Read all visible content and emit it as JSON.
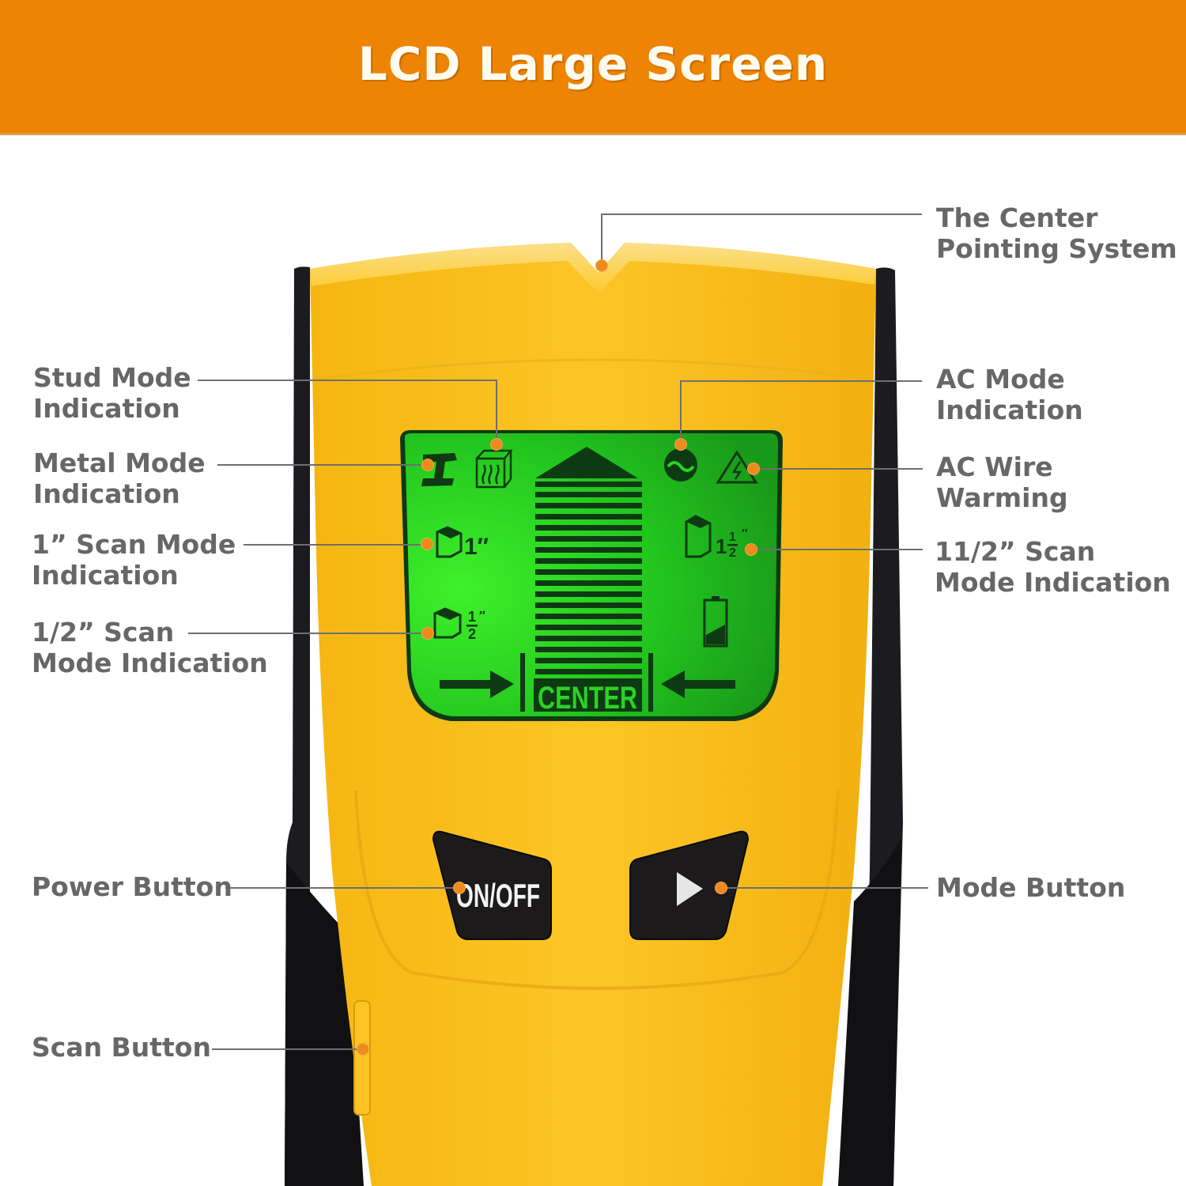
{
  "banner": {
    "title": "LCD Large Screen",
    "background": "#ee8404",
    "text_color": "#fffbee"
  },
  "device": {
    "body_color": "#fbc323",
    "grip_color": "#1a1a1e",
    "lcd_color": "#2ee82a",
    "lcd_ink": "#0d3a12",
    "center_label": "CENTER",
    "bar_count": 18,
    "buttons": {
      "power": "ON/OFF",
      "mode": "▶"
    },
    "lcd_icons": {
      "metal": "I-beam",
      "stud": "wood-block",
      "ac": "~",
      "ac_warning": "⚡",
      "scan_1in": "1\"",
      "scan_half_in": "1/2\"",
      "scan_1_5in": "1 1/2\"",
      "battery": "battery"
    }
  },
  "labels": {
    "left": [
      {
        "id": "stud",
        "text": "Stud Mode\nIndication"
      },
      {
        "id": "metal",
        "text": "Metal Mode\nIndication"
      },
      {
        "id": "scan_1",
        "text": "1” Scan Mode\nIndication"
      },
      {
        "id": "scan_half",
        "text": "1/2” Scan\nMode Indication"
      },
      {
        "id": "power",
        "text": "Power Button"
      },
      {
        "id": "scan_button",
        "text": "Scan Button"
      }
    ],
    "right": [
      {
        "id": "center",
        "text": "The Center\nPointing System"
      },
      {
        "id": "ac_mode",
        "text": "AC Mode\nIndication"
      },
      {
        "id": "ac_wire",
        "text": "AC Wire\nWarming"
      },
      {
        "id": "scan_1_5",
        "text": "11/2” Scan\nMode Indication"
      },
      {
        "id": "mode",
        "text": "Mode Button"
      }
    ]
  },
  "colors": {
    "label_text": "#676767",
    "leader_line": "#6f6f6f",
    "callout_dot": "#ee8a1e"
  }
}
